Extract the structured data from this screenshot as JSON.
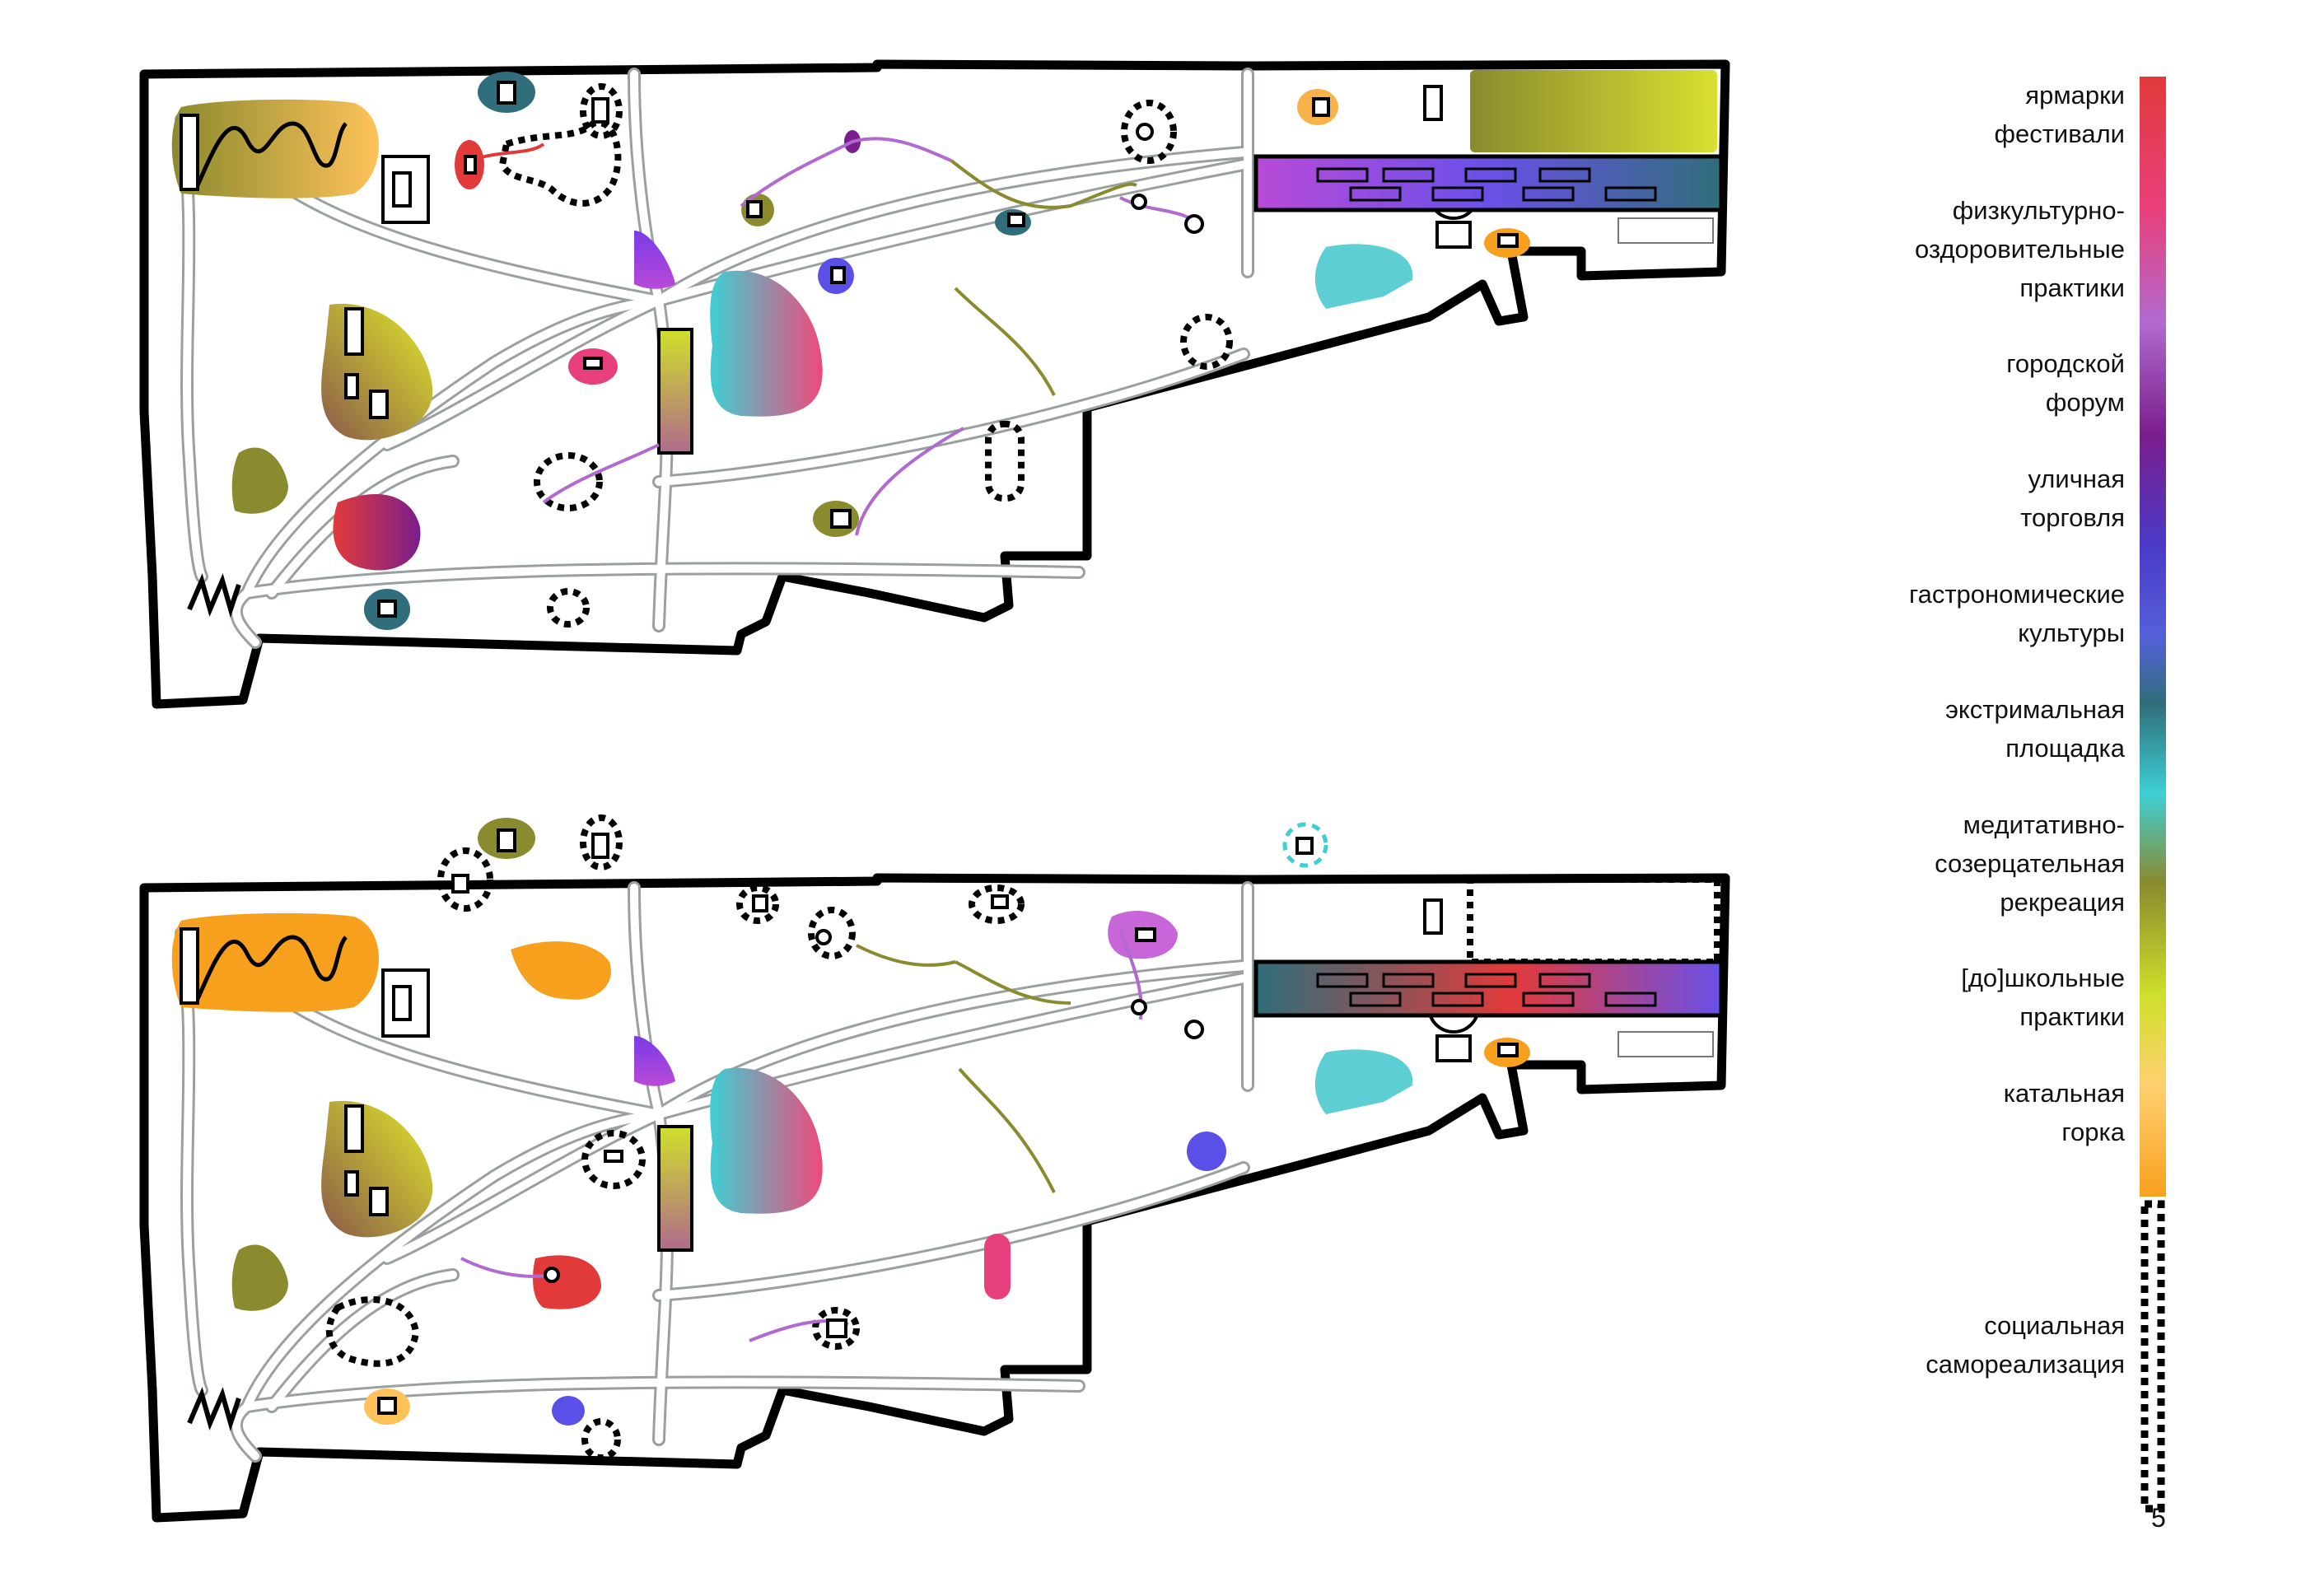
{
  "legend": {
    "gradient_colors": [
      "#e23a3a",
      "#e8407c",
      "#b06ad0",
      "#7a1e8c",
      "#4a3ac8",
      "#5560d8",
      "#2f6e7a",
      "#3ecfd4",
      "#8a8a2e",
      "#cfe02a",
      "#ffd070",
      "#f7a01e"
    ],
    "items": [
      {
        "label": "ярмарки\nфестивали",
        "color": "#e23a3a"
      },
      {
        "label": "физкультурно-\nоздоровительные\nпрактики",
        "color": "#e8407c"
      },
      {
        "label": "городской\nфорум",
        "color": "#7a1e8c"
      },
      {
        "label": "уличная\nторговля",
        "color": "#4a3ac8"
      },
      {
        "label": "гастрономические\nкультуры",
        "color": "#2f6e7a"
      },
      {
        "label": "экстримальная\nплощадка",
        "color": "#3ecfd4"
      },
      {
        "label": "медитативно-\nсозерцательная\nрекреация",
        "color": "#8a8a2e"
      },
      {
        "label": "[до]школьные\nпрактики",
        "color": "#cfe02a"
      },
      {
        "label": "катальная\nгорка",
        "color": "#f7a01e"
      },
      {
        "label": "социальная\nсамореализация",
        "pattern": "dashed-black"
      }
    ]
  },
  "maps": [
    {
      "id": "map-top"
    },
    {
      "id": "map-bottom"
    }
  ],
  "page_number": "5"
}
